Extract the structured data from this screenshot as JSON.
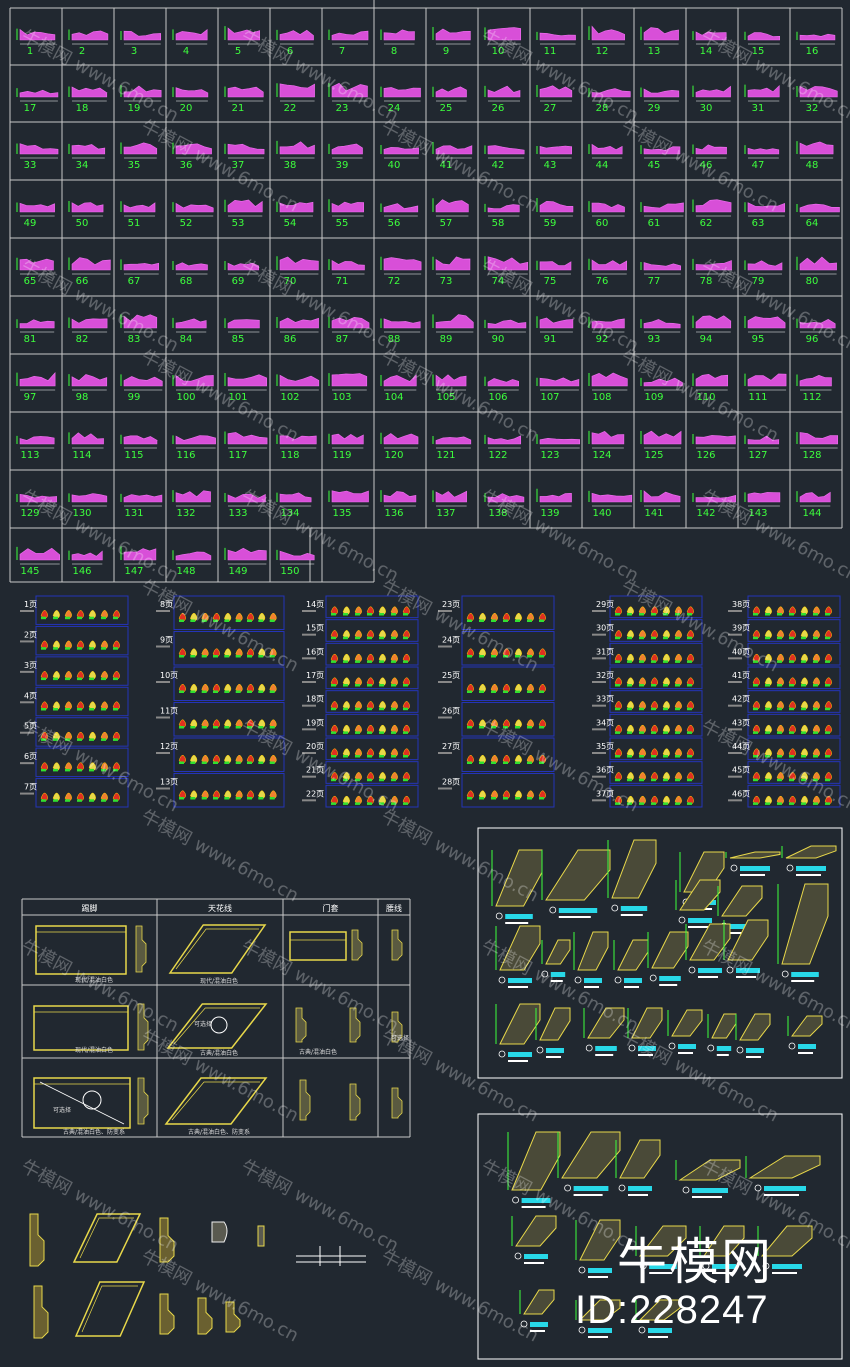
{
  "grid": {
    "numbers": [
      "1",
      "2",
      "3",
      "4",
      "5",
      "6",
      "7",
      "8",
      "9",
      "10",
      "11",
      "12",
      "13",
      "14",
      "15",
      "16",
      "17",
      "18",
      "19",
      "20",
      "21",
      "22",
      "23",
      "24",
      "25",
      "26",
      "27",
      "28",
      "29",
      "30",
      "31",
      "32",
      "33",
      "34",
      "35",
      "36",
      "37",
      "38",
      "39",
      "40",
      "41",
      "42",
      "43",
      "44",
      "45",
      "46",
      "47",
      "48",
      "49",
      "50",
      "51",
      "52",
      "53",
      "54",
      "55",
      "56",
      "57",
      "58",
      "59",
      "60",
      "61",
      "62",
      "63",
      "64",
      "65",
      "66",
      "67",
      "68",
      "69",
      "70",
      "71",
      "72",
      "73",
      "74",
      "75",
      "76",
      "77",
      "78",
      "79",
      "80",
      "81",
      "82",
      "83",
      "84",
      "85",
      "86",
      "87",
      "88",
      "89",
      "90",
      "91",
      "92",
      "93",
      "94",
      "95",
      "96",
      "97",
      "98",
      "99",
      "100",
      "101",
      "102",
      "103",
      "104",
      "105",
      "106",
      "107",
      "108",
      "109",
      "110",
      "111",
      "112",
      "113",
      "114",
      "115",
      "116",
      "117",
      "118",
      "119",
      "120",
      "121",
      "122",
      "123",
      "124",
      "125",
      "126",
      "127",
      "128",
      "129",
      "130",
      "131",
      "132",
      "133",
      "134",
      "135",
      "136",
      "137",
      "138",
      "139",
      "140",
      "141",
      "142",
      "143",
      "144",
      "145",
      "146",
      "147",
      "148",
      "149",
      "150"
    ]
  },
  "pages": {
    "labels": [
      "1页",
      "2页",
      "3页",
      "4页",
      "5页",
      "6页",
      "7页",
      "8页",
      "9页",
      "10页",
      "11页",
      "12页",
      "13页",
      "14页",
      "15页",
      "16页",
      "17页",
      "18页",
      "19页",
      "20页",
      "21页",
      "22页",
      "23页",
      "24页",
      "25页",
      "26页",
      "27页",
      "28页",
      "29页",
      "30页",
      "31页",
      "32页",
      "33页",
      "34页",
      "35页",
      "36页",
      "37页",
      "38页",
      "39页",
      "40页",
      "41页",
      "42页",
      "43页",
      "44页",
      "45页",
      "46页"
    ]
  },
  "table": {
    "headers": [
      "踢脚",
      "天花线",
      "门套",
      "腰线"
    ],
    "captions": [
      "现代/混油白色",
      "现代/混油白色",
      "现代/混油白色",
      "古典/混油白色",
      "古典/混油白色",
      "古典/混油白色、防变系",
      "古典/混油白色、防变系"
    ],
    "notes": [
      "可选择",
      "可选择",
      "可选择"
    ]
  },
  "watermark": {
    "cn": "牛模网",
    "url": "www.6mo.cn"
  },
  "brand": {
    "logo": "牛模网",
    "id": "ID:228247"
  },
  "colors": {
    "background": "#212830",
    "grid_line": "#c8c8c8",
    "number": "#3dff3d",
    "profile": "#d84fd8",
    "frame_blue": "#2434b8",
    "yellow": "#e8d84a",
    "red": "#e03020",
    "cyan": "#28d8e8"
  }
}
